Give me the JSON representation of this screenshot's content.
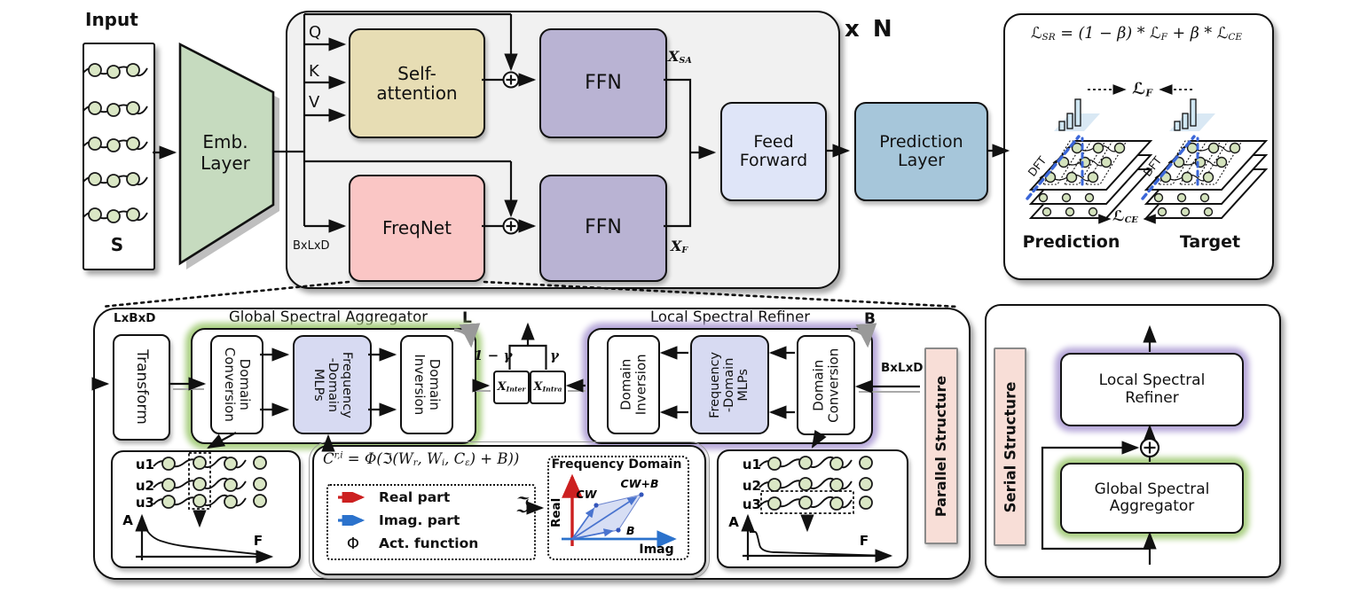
{
  "input": {
    "title": "Input",
    "symbol": "S"
  },
  "emb_layer": {
    "line1": "Emb.",
    "line2": "Layer"
  },
  "encoder": {
    "q": "Q",
    "k": "K",
    "v": "V",
    "dim_label": "BxLxD",
    "repeat_label": "x N",
    "self_attention_line1": "Self-",
    "self_attention_line2": "attention",
    "freqnet_label": "FreqNet",
    "ffn_top_label": "FFN",
    "ffn_bottom_label": "FFN",
    "x_sa_main": "X",
    "x_sa_sub": "SA",
    "x_f_main": "X",
    "x_f_sub": "F",
    "feed_forward_line1": "Feed",
    "feed_forward_line2": "Forward",
    "prediction_line1": "Prediction",
    "prediction_line2": "Layer"
  },
  "loss_panel": {
    "formula": {
      "l1": "ℒ",
      "s1": "SR",
      "p1": " = (1 − ",
      "b1": "β",
      "p2": ") * ",
      "l2": "ℒ",
      "s2": "F",
      "p3": " + ",
      "b2": "β",
      "p4": " * ",
      "l3": "ℒ",
      "s3": "CE"
    },
    "lf_main": "ℒ",
    "lf_sub": "F",
    "lce_main": "ℒ",
    "lce_sub": "CE",
    "dft_left": "DFT",
    "dft_right": "DFT",
    "prediction_label": "Prediction",
    "target_label": "Target"
  },
  "freqnet_panel": {
    "dim_in": "LxBxD",
    "transform_label": "Transform",
    "gsa_title": "Global Spectral Aggregator",
    "lsr_title": "Local Spectral Refiner",
    "loop_l": "L",
    "loop_b": "B",
    "weight_left": "1 − γ",
    "weight_right": "γ",
    "x_inter_main": "X",
    "x_inter_sub": "Inter",
    "x_intra_main": "X",
    "x_intra_sub": "Intra",
    "dim_right": "BxLxD",
    "parallel_label": "Parallel Structure",
    "gsa_conversion_line1": "Domain",
    "gsa_conversion_line2": "Conversion",
    "gsa_mlp_line1": "Frequency",
    "gsa_mlp_line2": "-Domain",
    "gsa_mlp_line3": "MLPs",
    "gsa_inversion_line1": "Domain",
    "gsa_inversion_line2": "Inversion",
    "lsr_inversion_line1": "Domain",
    "lsr_inversion_line2": "Inversion",
    "lsr_mlp_line1": "Frequency",
    "lsr_mlp_line2": "-Domain",
    "lsr_mlp_line3": "MLPs",
    "lsr_conversion_line1": "Domain",
    "lsr_conversion_line2": "Conversion",
    "series_left": {
      "u1": "u1",
      "u2": "u2",
      "u3": "u3",
      "amp": "A",
      "freq": "F"
    },
    "series_right": {
      "u1": "u1",
      "u2": "u2",
      "u3": "u3",
      "amp": "A",
      "freq": "F"
    },
    "complex_formula": {
      "c1": "C",
      "sup": "r,i",
      "p1": " = Φ(",
      "im": "ℑ",
      "p2": "(",
      "w1": "W",
      "ws1": "r",
      "p3": ", ",
      "w2": "W",
      "ws2": "i",
      "p4": ", ",
      "c2": "C",
      "cs2": "ε",
      "p5": ") + ",
      "b": "B",
      "p6": "))"
    },
    "legend": {
      "real": "Real part",
      "imag": "Imag. part",
      "phi": "Φ",
      "act": "Act. function"
    },
    "im_symbol": "ℑ",
    "freq_domain": {
      "title": "Frequency Domain",
      "real_axis": "Real",
      "imag_axis": "Imag",
      "cw": "CW",
      "cwb": "CW+B",
      "b": "B"
    }
  },
  "serial_panel": {
    "label": "Serial Structure",
    "lsr_line1": "Local Spectral",
    "lsr_line2": "Refiner",
    "gsa_line1": "Global Spectral",
    "gsa_line2": "Aggregator"
  },
  "colors": {
    "self_attention": "#e7ddb4",
    "ffn": "#b9b3d3",
    "freqnet": "#fac6c5",
    "feed_forward": "#dfe5f8",
    "prediction_layer": "#a6c6da",
    "emb_layer": "#c6dbbf",
    "mlp_box": "#d7daf2",
    "green_glow": "#abd083",
    "purple_glow": "#b7a8da",
    "pink_label": "#f8ded7",
    "node_fill": "#dae7c5",
    "encoder_bg": "#f1f1f1",
    "real_arrow": "#cc2020",
    "imag_arrow": "#2b72cc",
    "dft_dash": "#3a66d8"
  }
}
